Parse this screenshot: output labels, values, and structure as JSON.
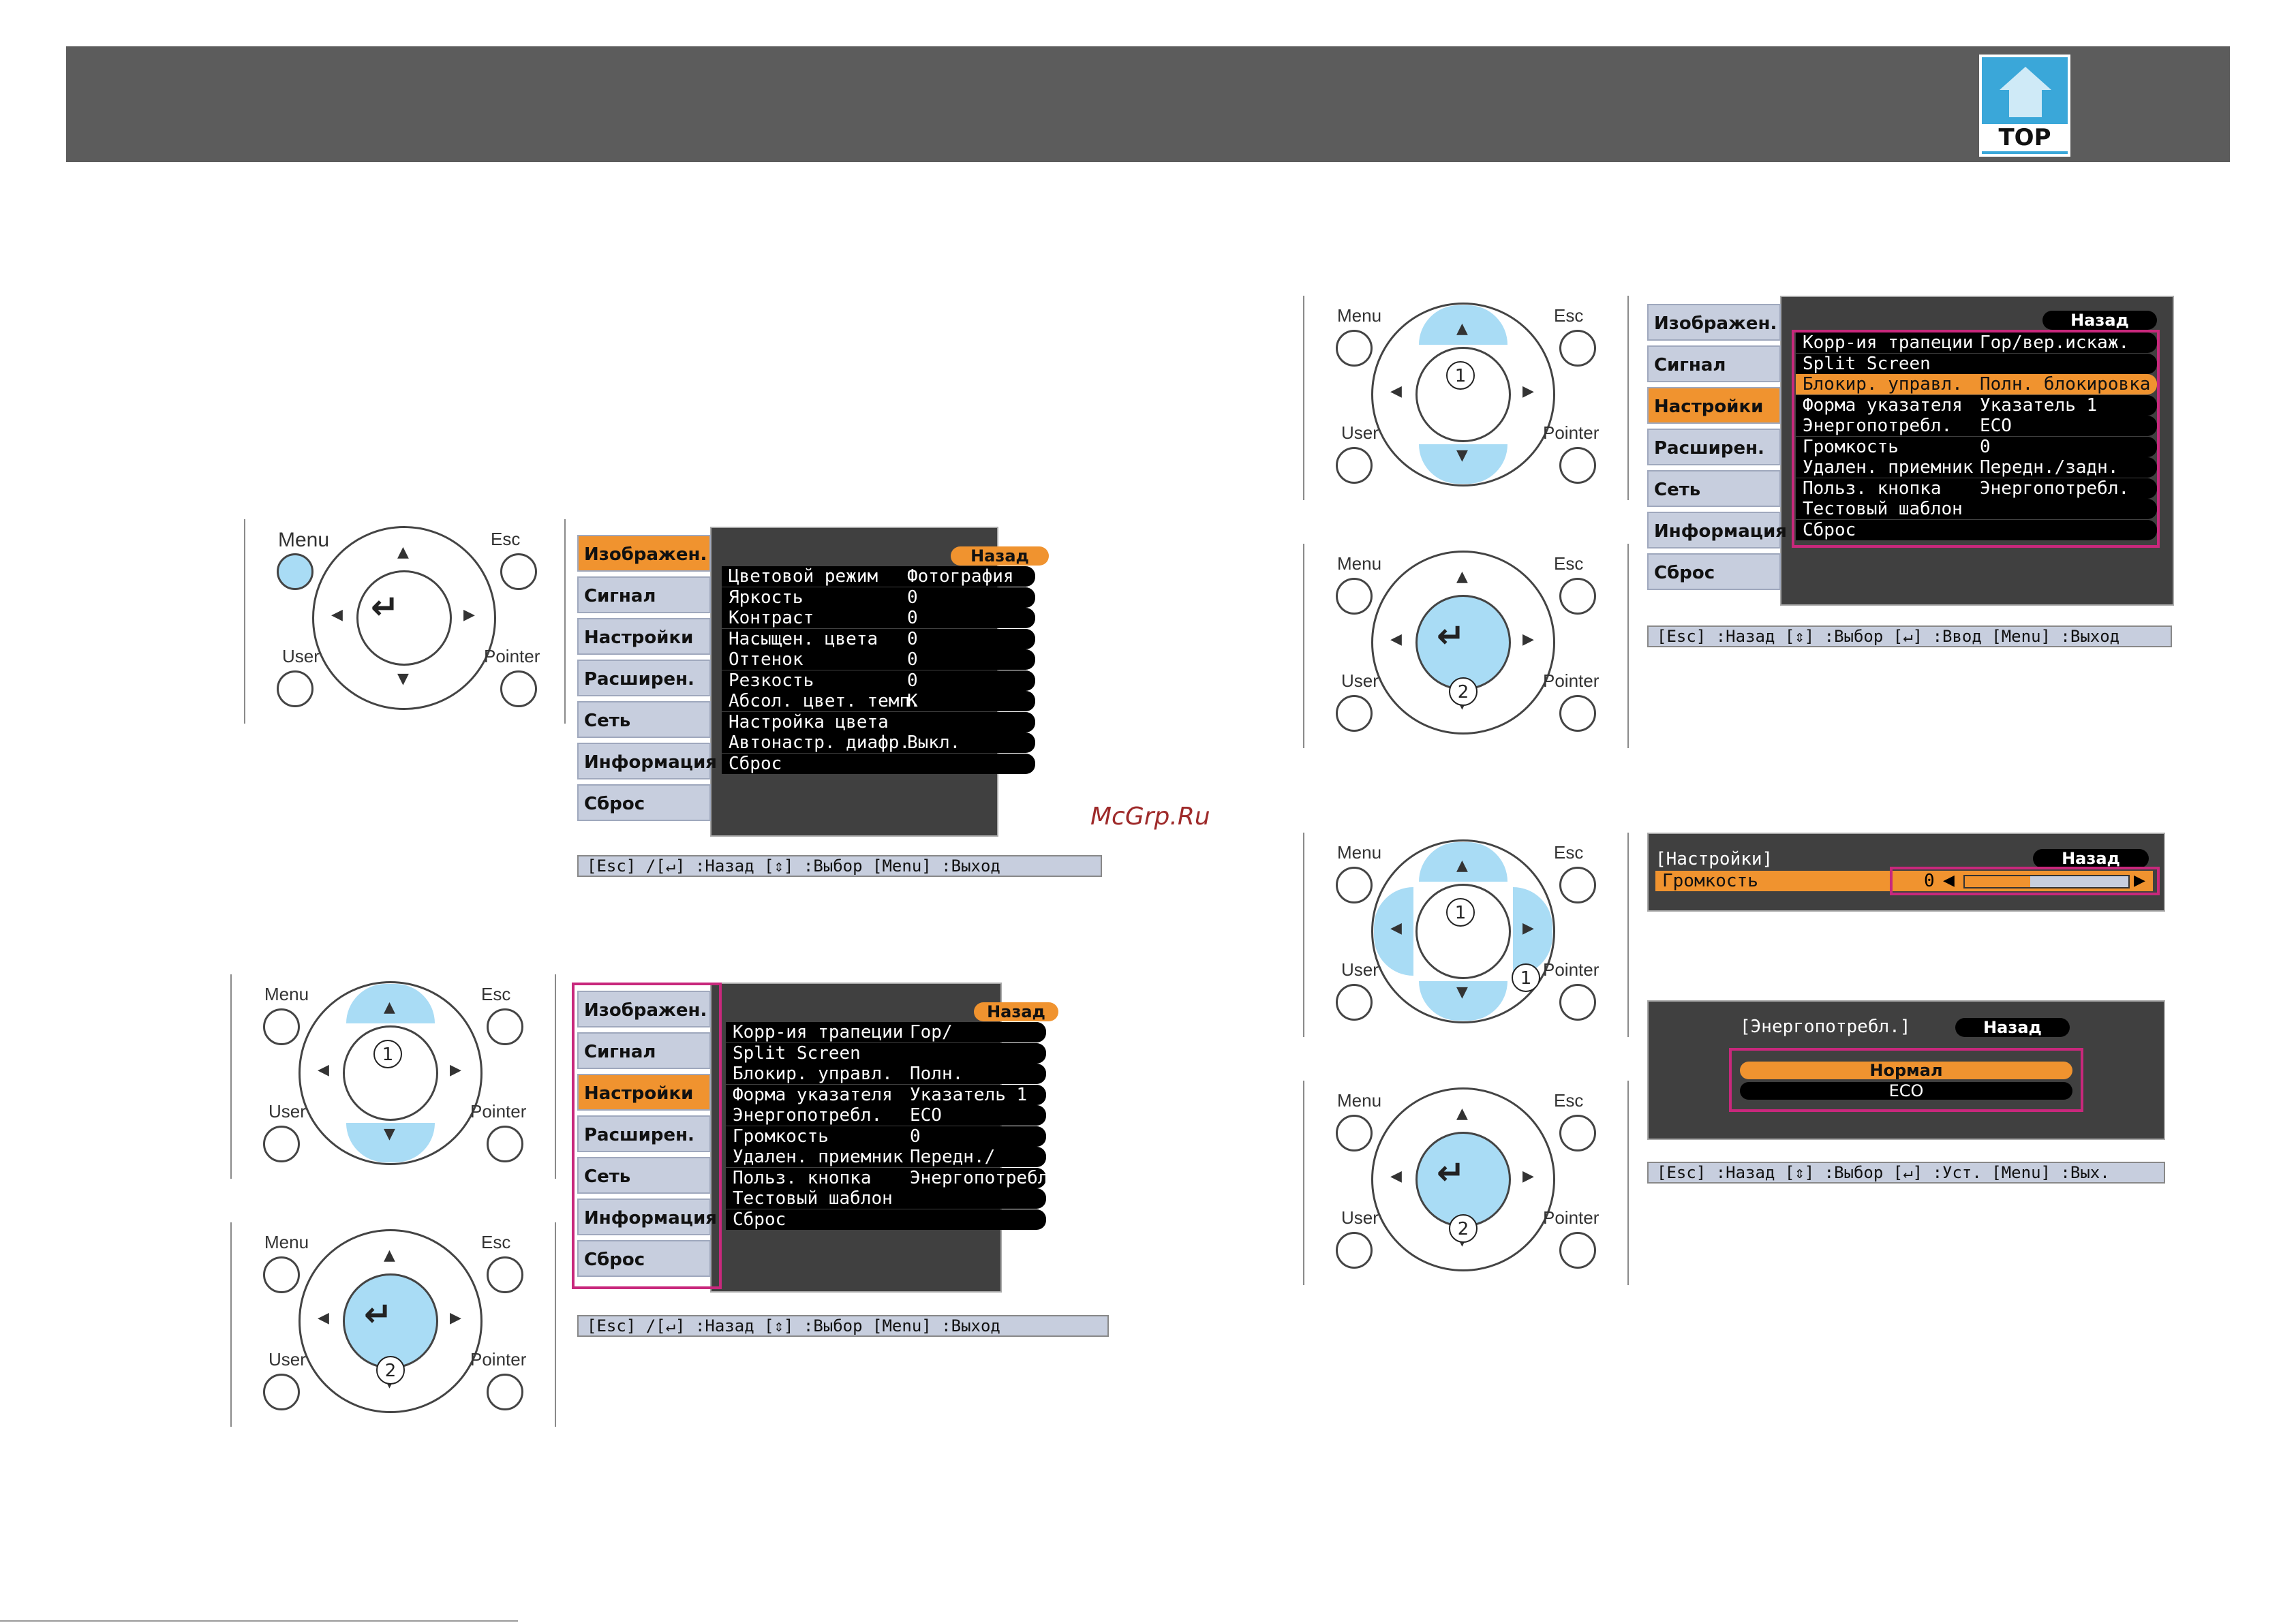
{
  "header": {
    "logo_text": "TOP"
  },
  "watermark": "McGrp.Ru",
  "remote_labels": {
    "menu": "Menu",
    "esc": "Esc",
    "user": "User",
    "pointer": "Pointer",
    "step1": "1",
    "step2": "2"
  },
  "menu_tabs": [
    "Изображен.",
    "Сигнал",
    "Настройки",
    "Расширен.",
    "Сеть",
    "Информация",
    "Сброс"
  ],
  "back_label": "Назад",
  "image_menu": {
    "rows": [
      {
        "name": "Цветовой режим",
        "value": "Фотография"
      },
      {
        "name": "Яркость",
        "value": "0"
      },
      {
        "name": "Контраст",
        "value": "0"
      },
      {
        "name": "Насыщен. цвета",
        "value": "0"
      },
      {
        "name": "Оттенок",
        "value": "0"
      },
      {
        "name": "Резкость",
        "value": "0"
      },
      {
        "name": "Абсол. цвет. темп.",
        "value": "K"
      },
      {
        "name": "Настройка цвета",
        "value": ""
      },
      {
        "name": "Автонастр. диафр.",
        "value": "Выкл."
      },
      {
        "name": "Сброс",
        "value": ""
      }
    ],
    "hint": "[Esc] /[↵] :Назад  [⇕] :Выбор              [Menu] :Выход"
  },
  "settings_menu": {
    "rows": [
      {
        "name": "Корр-ия трапеции",
        "value": "Гор/вер.искаж."
      },
      {
        "name": "Split Screen",
        "value": ""
      },
      {
        "name": "Блокир. управл.",
        "value": "Полн. блокировка"
      },
      {
        "name": "Форма указателя",
        "value": "Указатель 1"
      },
      {
        "name": "Энергопотребл.",
        "value": "ECO"
      },
      {
        "name": "Громкость",
        "value": "0"
      },
      {
        "name": "Удален. приемник",
        "value": "Передн./задн."
      },
      {
        "name": "Польз. кнопка",
        "value": "Энергопотребл."
      },
      {
        "name": "Тестовый шаблон",
        "value": ""
      },
      {
        "name": "Сброс",
        "value": ""
      }
    ],
    "hint": "[Esc] /[↵] :Назад  [⇕] :Выбор              [Menu] :Выход",
    "hint2": "[Esc] :Назад  [⇕] :Выбор  [↵] :Ввод      [Menu] :Выход"
  },
  "volume_panel": {
    "title": "[Настройки]",
    "label": "Громкость",
    "value": "0",
    "level_percent": 40
  },
  "power_panel": {
    "title": "[Энергопотребл.]",
    "options": [
      "Нормал",
      "ECO"
    ],
    "hint": "[Esc] :Назад  [⇕] :Выбор  [↵] :Уст.          [Menu] :Вых."
  },
  "colors": {
    "accent": "#f0932f",
    "tab": "#c7cede",
    "highlight_box": "#c8287c",
    "remote_highlight": "#a9dcf5"
  }
}
